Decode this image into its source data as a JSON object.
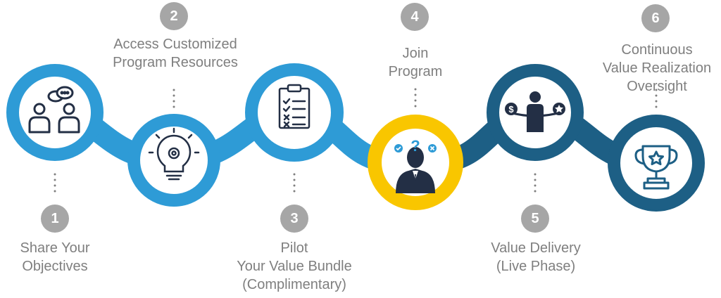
{
  "colors": {
    "light_blue": "#2e9bd6",
    "yellow": "#f9c600",
    "dark_blue": "#1d5f85",
    "icon_dark": "#232f45",
    "badge_gray": "#a6a6a6",
    "text_gray": "#7f7f7f"
  },
  "steps": [
    {
      "number": "1",
      "lines": [
        "Share Your",
        "Objectives"
      ],
      "icon": "two-people-chat-icon"
    },
    {
      "number": "2",
      "lines": [
        "Access Customized",
        "Program Resources"
      ],
      "icon": "lightbulb-gear-icon"
    },
    {
      "number": "3",
      "lines": [
        "Pilot",
        "Your Value Bundle",
        "(Complimentary)"
      ],
      "icon": "clipboard-checklist-icon"
    },
    {
      "number": "4",
      "lines": [
        "Join",
        "Program"
      ],
      "icon": "person-question-icon"
    },
    {
      "number": "5",
      "lines": [
        "Value Delivery",
        "(Live Phase)"
      ],
      "icon": "balance-person-icon"
    },
    {
      "number": "6",
      "lines": [
        "Continuous",
        "Value Realization",
        "Oversight"
      ],
      "icon": "trophy-icon"
    }
  ]
}
